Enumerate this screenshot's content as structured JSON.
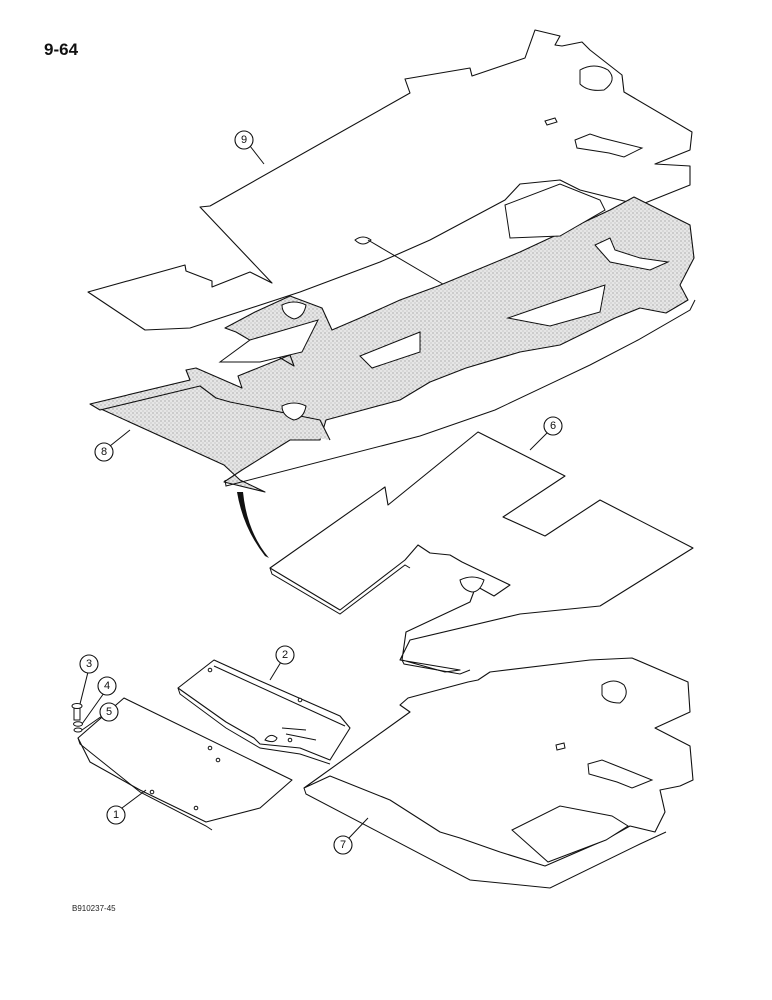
{
  "page": {
    "number": "9-64",
    "figure_code": "B910237-45"
  },
  "callouts": [
    {
      "id": "c1",
      "label": "1"
    },
    {
      "id": "c2",
      "label": "2"
    },
    {
      "id": "c3",
      "label": "3"
    },
    {
      "id": "c4",
      "label": "4"
    },
    {
      "id": "c5",
      "label": "5"
    },
    {
      "id": "c6",
      "label": "6"
    },
    {
      "id": "c7",
      "label": "7"
    },
    {
      "id": "c8",
      "label": "8"
    },
    {
      "id": "c9",
      "label": "9"
    }
  ]
}
